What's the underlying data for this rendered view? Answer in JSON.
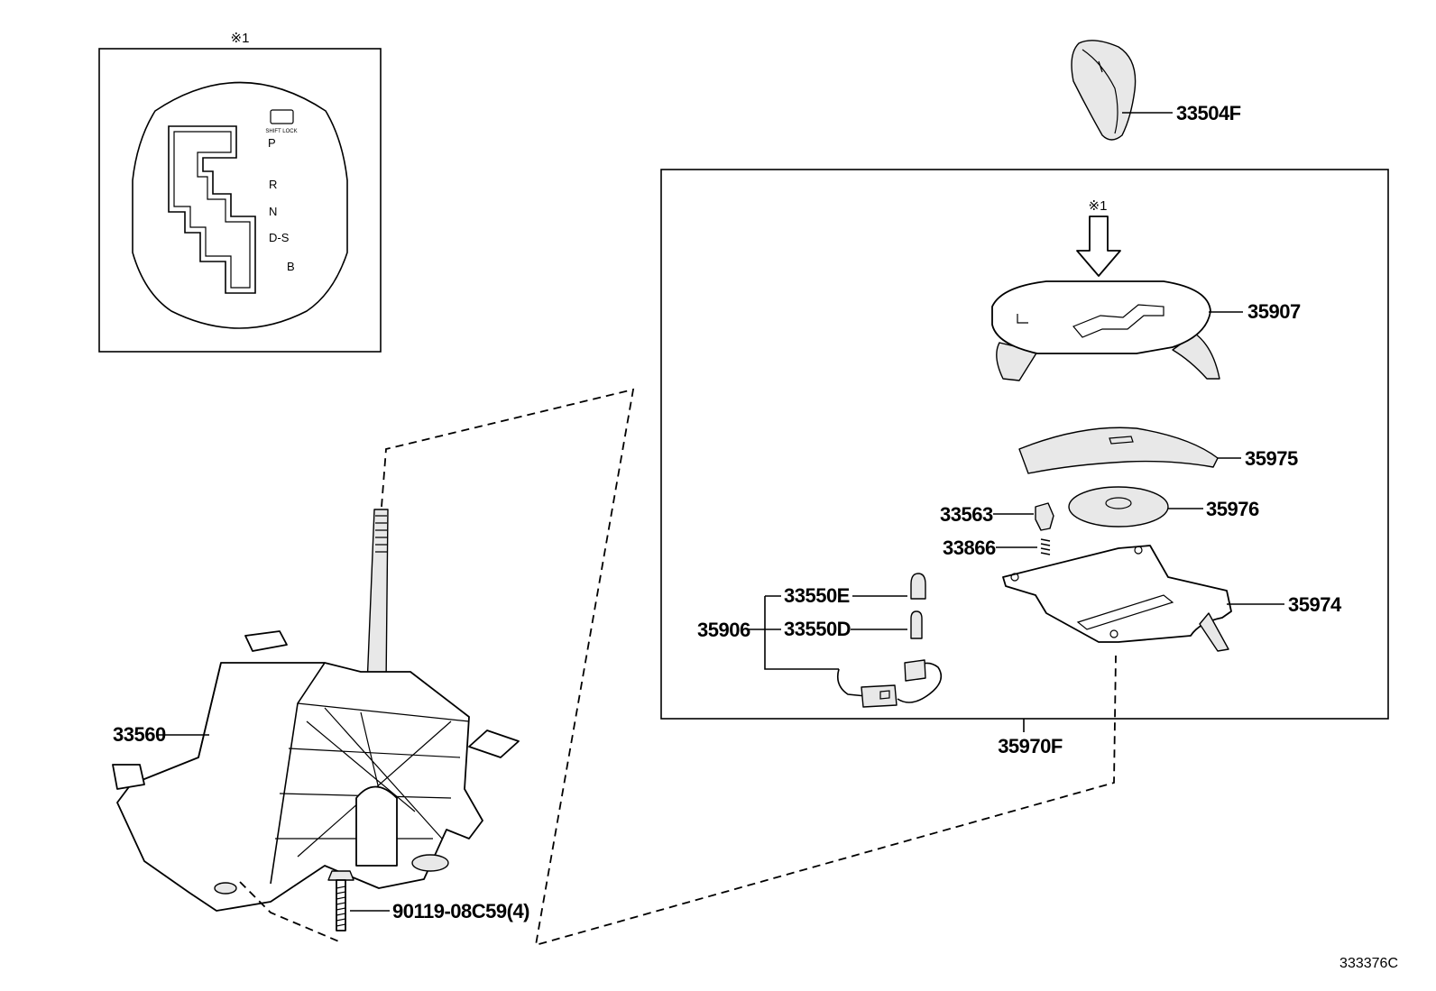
{
  "inset": {
    "note": "※1",
    "shift_lock": "SHIFT LOCK",
    "gears": [
      "P",
      "R",
      "N",
      "D-S",
      "B"
    ]
  },
  "box_note": "※1",
  "parts": {
    "knob": "33504F",
    "plate": "35907",
    "slide_cover": "35975",
    "dial_plate": "35976",
    "pin": "33563",
    "spring": "33866",
    "housing_cover": "35974",
    "bulb_e": "33550E",
    "bulb_d": "33550D",
    "wire_assy": "35906",
    "kit": "35970F",
    "lever_assy": "33560",
    "bolt": "90119-08C59(4)"
  },
  "diagram_id": "333376C"
}
